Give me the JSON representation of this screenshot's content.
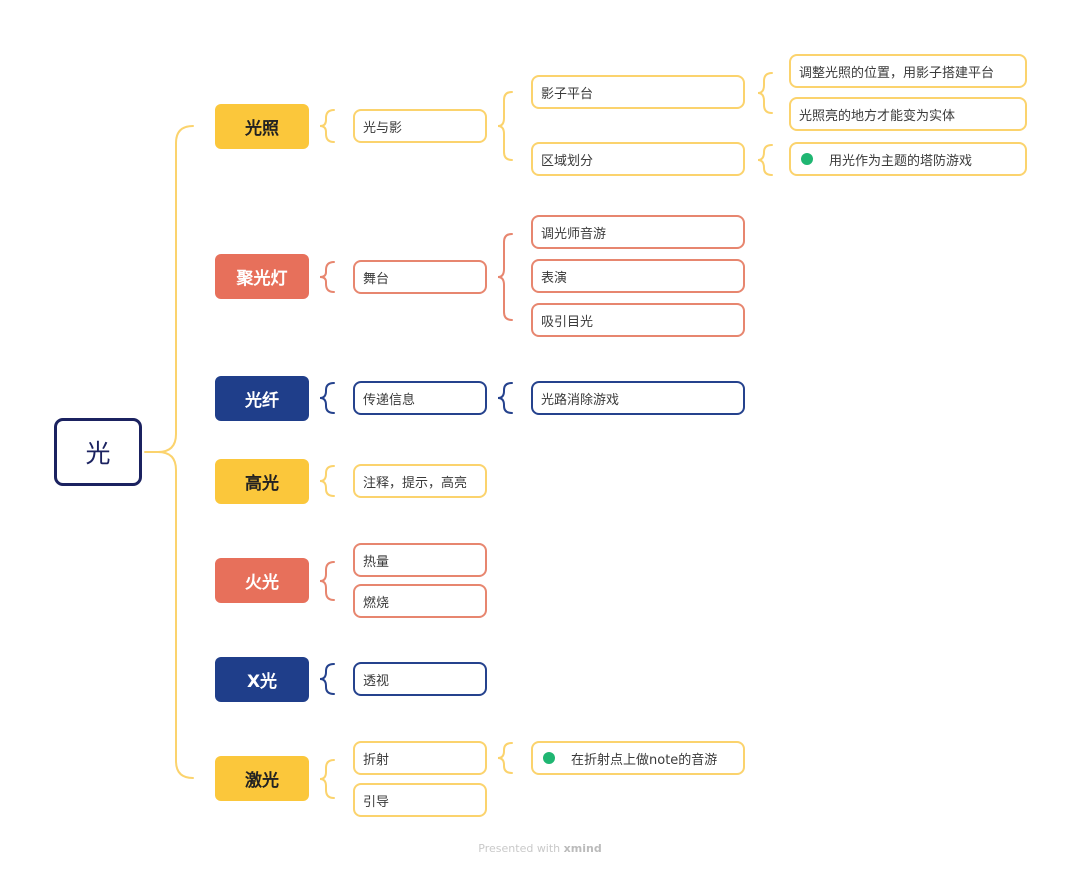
{
  "root": {
    "label": "光"
  },
  "branches": [
    {
      "label": "光照",
      "color": "yellow"
    },
    {
      "label": "聚光灯",
      "color": "coral"
    },
    {
      "label": "光纤",
      "color": "navy"
    },
    {
      "label": "高光",
      "color": "yellow"
    },
    {
      "label": "火光",
      "color": "coral"
    },
    {
      "label": "X光",
      "color": "navy"
    },
    {
      "label": "激光",
      "color": "yellow"
    }
  ],
  "nodes": {
    "guang_yu_ying": "光与影",
    "yingzi_pingtai": "影子平台",
    "tiaozheng": "调整光照的位置，用影子搭建平台",
    "guangzhao_liang": "光照亮的地方才能变为实体",
    "quyu_huafen": "区域划分",
    "tafang": "用光作为主题的塔防游戏",
    "wutai": "舞台",
    "tiaoguangshi": "调光师音游",
    "biaoyan": "表演",
    "xiyin": "吸引目光",
    "chuandi": "传递信息",
    "guanglu": "光路消除游戏",
    "zhushi": "注释，提示，高亮",
    "reliang": "热量",
    "ranshao": "燃烧",
    "toushi": "透视",
    "zheshe": "折射",
    "note_yinyou": "在折射点上做note的音游",
    "yindao": "引导"
  },
  "footer": {
    "prefix": "Presented with",
    "brand": "xmind"
  },
  "colors": {
    "yellow": "#fbc73b",
    "coral": "#e7705b",
    "navy": "#1f3e8a",
    "root_border": "#1b2260",
    "marker_green": "#1fb672"
  }
}
